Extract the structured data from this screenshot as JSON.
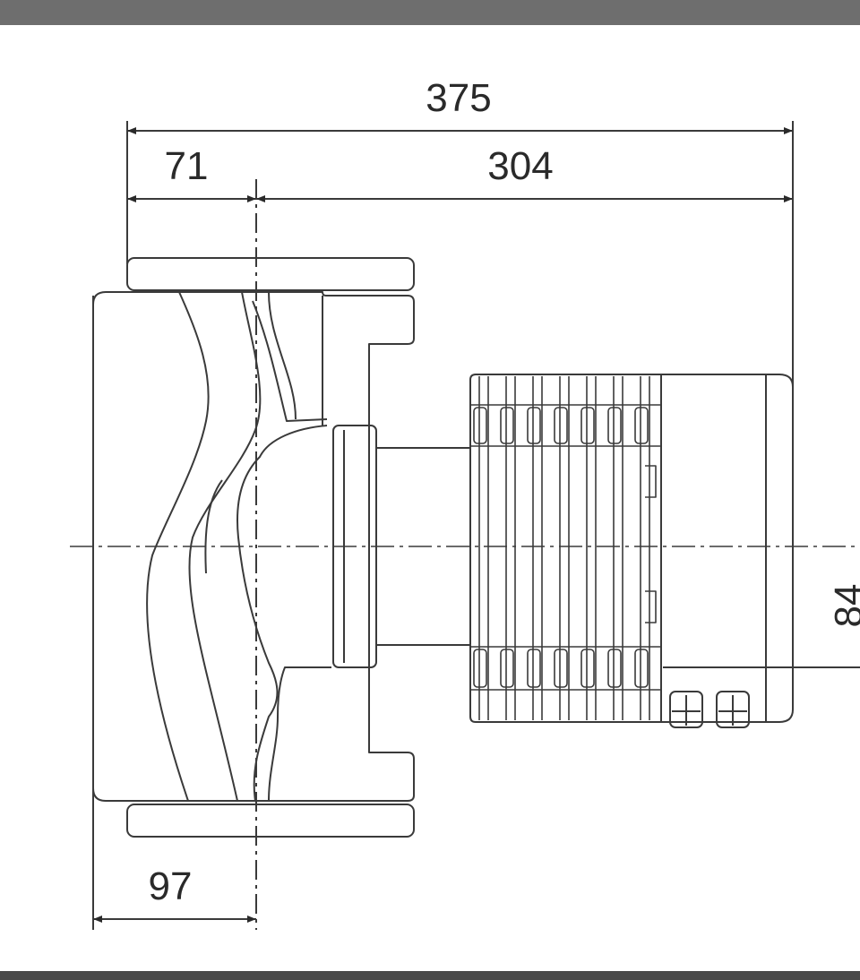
{
  "dimensions": {
    "overall_length": "375",
    "inlet_offset": "71",
    "motor_length": "304",
    "housing_half_width": "97",
    "axis_height": "84"
  },
  "colors": {
    "line": "#3a3a3a",
    "top_bar": "#6e6e6e",
    "bottom_bar": "#4a4a4a",
    "background": "#ffffff"
  }
}
